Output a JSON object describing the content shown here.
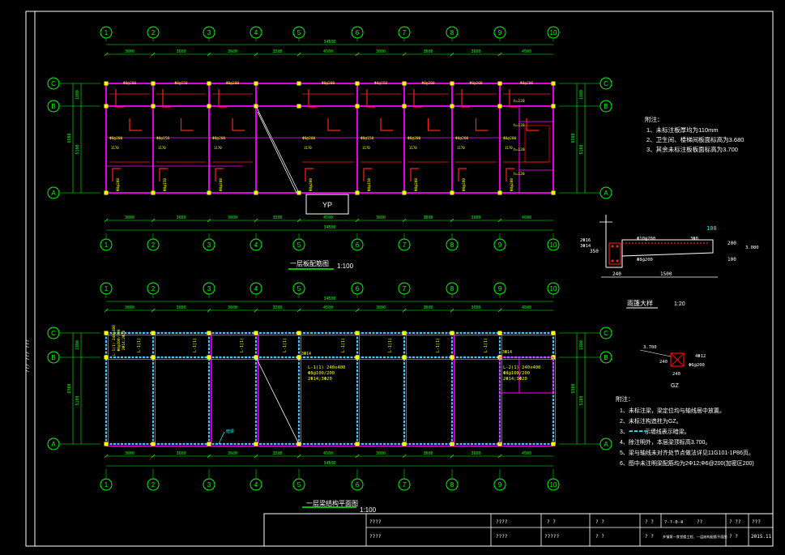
{
  "colors": {
    "background": "#000000",
    "frame": "#ffffff",
    "axis_bubble": "#00ff00",
    "dimension": "#00ff00",
    "beam": "#ff00ff",
    "rebar": "#ff2020",
    "slab_label": "#ffff00",
    "stair": "#ffffff",
    "highlight_beam": "#4fc3ff",
    "section_cyan": "#00ffff",
    "red_box": "#ff0000"
  },
  "grid": {
    "columns": [
      "1",
      "2",
      "3",
      "4",
      "5",
      "6",
      "7",
      "8",
      "9",
      "10"
    ],
    "rows": [
      "C",
      "B",
      "A"
    ]
  },
  "dims": {
    "total": "34500",
    "bays": [
      "3600",
      "3600",
      "3600",
      "3300",
      "4500",
      "3600",
      "3600",
      "3600",
      "4500"
    ],
    "row_upper": "1800",
    "row_lower": "5100",
    "row_total": "6900"
  },
  "plan1": {
    "caption": "一层板配筋图",
    "scale": "1:100",
    "yp_label": "YP",
    "slab_labels": [
      "Φ8@200",
      "Φ8@150",
      "Φ8@200",
      "Φ8@200",
      "Φ8@200",
      "Φ8@150",
      "Φ8@200",
      "Φ8@200",
      "Φ8@200"
    ],
    "bar_lengths": [
      "1170",
      "1170",
      "1170",
      "1170",
      "1170",
      "1170",
      "1170",
      "1170"
    ],
    "h_marks": [
      "h=120",
      "h=120",
      "h=120",
      "h=120"
    ]
  },
  "plan2": {
    "caption": "一层梁结构平面图",
    "scale": "1:100",
    "beam_labels": [
      "L-1(1)",
      "L-1(1)",
      "L-1(1)",
      "L-1(1)",
      "L-1(1)",
      "L-1(1)",
      "L-1(1)",
      "L-1(1)"
    ],
    "beam_spec_1": [
      "L-1(1) 240x400",
      "Φ8@100/200",
      "2Φ14;3Φ20"
    ],
    "beam_spec_2": [
      "L-2(1) 240x400",
      "Φ8@100/200",
      "2Φ14;3Φ20"
    ],
    "left_spec": [
      "L-1(1) 240x400",
      "Φ8@100/200",
      "2Φ14;2Φ20"
    ],
    "mark_3d14": "3Φ14",
    "leader_text": "暗梁"
  },
  "notes1": {
    "title": "附注：",
    "items": [
      "1、未标注板厚均为110mm",
      "2、卫生间、楼梯间板面标高为3.680",
      "3、其余未标注板板面标高为3.700"
    ]
  },
  "detail": {
    "caption": "雨篷大样",
    "scale": "1:20",
    "dims": [
      "240",
      "1500"
    ],
    "vdims": [
      "350",
      "200",
      "100"
    ],
    "labels": [
      "2Φ16",
      "3Φ14",
      "Φ10@200",
      "Φ8@200",
      "3Φ8",
      "100",
      "3.080"
    ]
  },
  "col_detail": {
    "labels": [
      "3.700",
      "4Φ12",
      "Φ6@200",
      "240",
      "240"
    ],
    "caption": "GZ"
  },
  "notes2": {
    "title": "附注：",
    "items": [
      "1、未标注梁，梁定位均与轴线居中放置。",
      "2、未标注构造柱为GZ。",
      "3、-- -- -- 示墙线表示暗梁。",
      "4、除注明外，本层梁顶标高3.700。",
      "5、梁与轴线未对齐处节点做法详见11G101-1P86页。",
      "6、图中未注明梁配筋均为2Φ12;Φ6@200(加密区200)"
    ]
  },
  "title_block": {
    "r1": [
      "????",
      "????",
      "? ?",
      "? ?",
      "? ?",
      "?-?-0-4",
      "??",
      "? ??",
      "???"
    ],
    "r2": [
      "????",
      "????",
      "?????",
      "? ?",
      "? ?",
      "乡镇第一食堂楼工程、一层结构配筋平面图",
      "? ?",
      "2015.11"
    ]
  },
  "side_labels": [
    "???",
    "???",
    "???"
  ]
}
